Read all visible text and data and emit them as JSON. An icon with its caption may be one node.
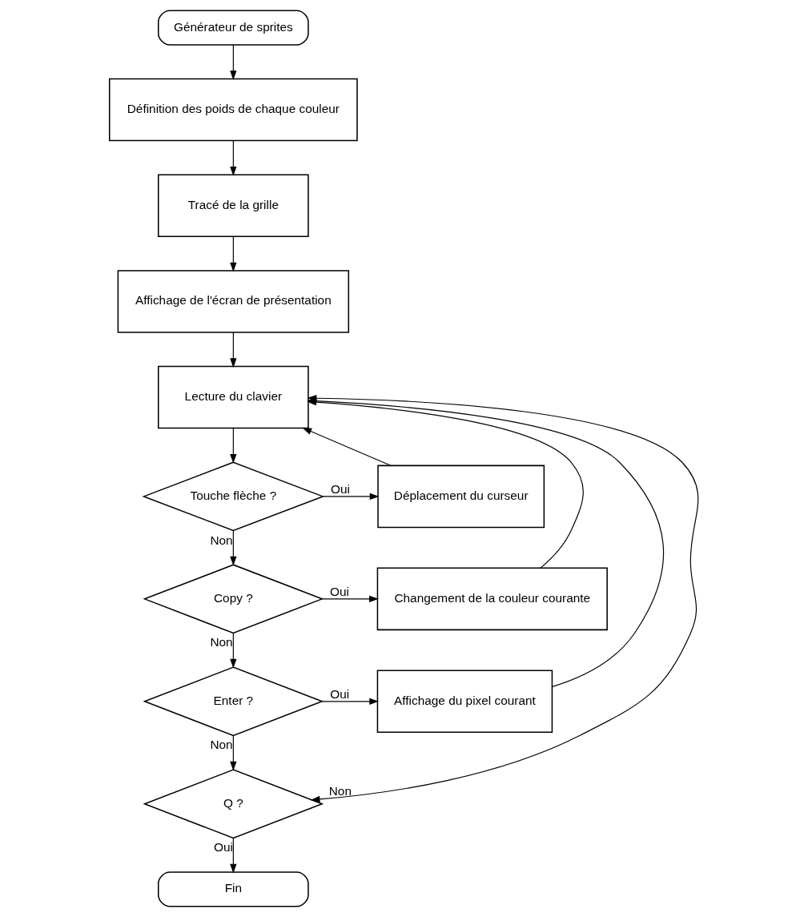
{
  "diagram": {
    "nodes": [
      {
        "text": [
          "Générateur de sprites"
        ]
      },
      {
        "text": [
          "Définition des poids de chaque couleur"
        ]
      },
      {
        "text": [
          "Tracé de la grille"
        ]
      },
      {
        "text": [
          "Affichage de l'écran de présentation"
        ]
      },
      {
        "text": [
          "Lecture du clavier"
        ]
      },
      {
        "text": [
          "Touche flèche ?"
        ]
      },
      {
        "text": [
          "Déplacement du curseur"
        ]
      },
      {
        "text": [
          "Copy ?"
        ]
      },
      {
        "text": [
          "Changement de la couleur courante"
        ]
      },
      {
        "text": [
          "Enter ?"
        ]
      },
      {
        "text": [
          "Affichage du pixel courant"
        ]
      },
      {
        "text": [
          "Q ?"
        ]
      },
      {
        "text": [
          "Fin"
        ]
      }
    ],
    "edges": [
      {
        "from": 0,
        "to": 1,
        "arrow": "to"
      },
      {
        "from": 1,
        "to": 2,
        "arrow": "to"
      },
      {
        "from": 2,
        "to": 3,
        "arrow": "to"
      },
      {
        "from": 3,
        "to": 4,
        "arrow": "to"
      },
      {
        "from": 4,
        "to": 5,
        "arrow": "to"
      },
      {
        "from": 5,
        "to": 6,
        "arrow": "to",
        "label": "Oui"
      },
      {
        "from": 5,
        "to": 7,
        "arrow": "to",
        "label": "Non"
      },
      {
        "from": 7,
        "to": 8,
        "arrow": "to",
        "label": "Oui"
      },
      {
        "from": 7,
        "to": 9,
        "arrow": "to",
        "label": "Non"
      },
      {
        "from": 9,
        "to": 10,
        "arrow": "to",
        "label": "Oui"
      },
      {
        "from": 9,
        "to": 11,
        "arrow": "to",
        "label": "Non"
      },
      {
        "from": 11,
        "to": 12,
        "arrow": "to",
        "label": "Oui"
      },
      {
        "from": 6,
        "to": 4,
        "arrow": "to"
      },
      {
        "from": 8,
        "to": 4,
        "arrow": "to"
      },
      {
        "from": 10,
        "to": 4,
        "arrow": "to"
      },
      {
        "from": 11,
        "to": 4,
        "arrow": "both",
        "label": "Non"
      }
    ]
  }
}
